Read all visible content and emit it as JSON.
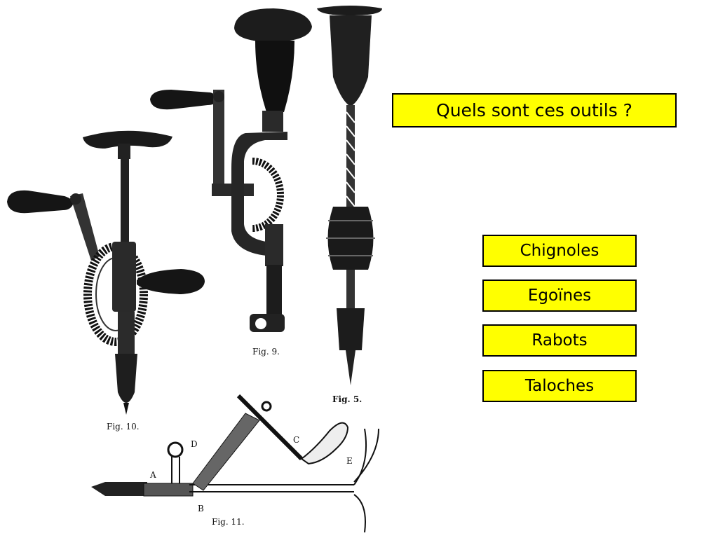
{
  "question": "Quels sont ces outils ?",
  "answers": [
    "Chignoles",
    "Egoïnes",
    "Rabots",
    "Taloches"
  ],
  "figures": {
    "fig10": "Fig. 10.",
    "fig9": "Fig. 9.",
    "fig5": "Fig. 5.",
    "fig11": "Fig. 11."
  },
  "labels": {
    "a": "A",
    "b": "B",
    "c": "C",
    "d": "D",
    "e": "E"
  },
  "colors": {
    "box": "#ffff00",
    "border": "#000000"
  }
}
